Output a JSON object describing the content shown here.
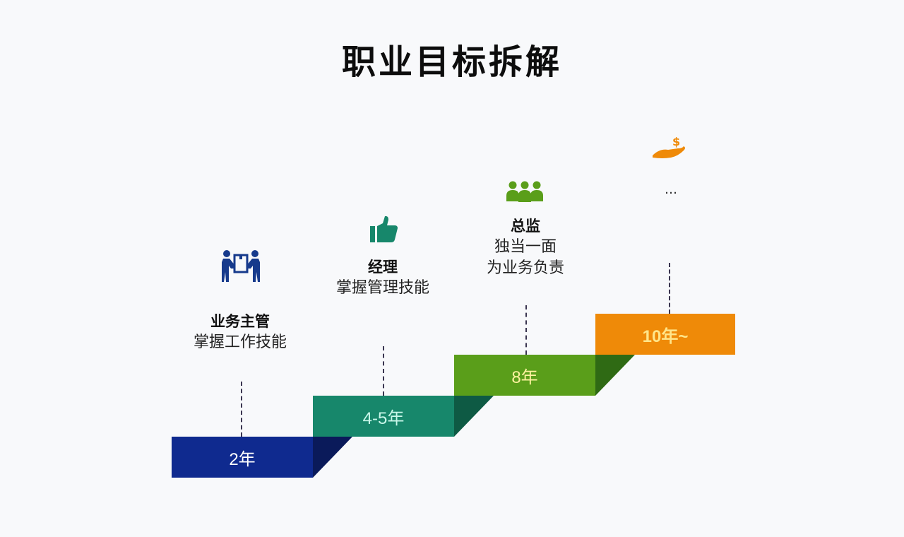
{
  "title": "职业目标拆解",
  "colors": {
    "step1": "#0f2a8f",
    "step1_shadow": "#0a1a5a",
    "step2": "#17876b",
    "step2_shadow": "#0e5a44",
    "step3": "#5a9e1a",
    "step3_shadow": "#2f6a14",
    "step4": "#ef8a08",
    "step4_text": "#ffe58a",
    "step3_text": "#fff2a0",
    "step2_text": "#c9f7ea",
    "step1_text": "#ffffff"
  },
  "steps": [
    {
      "years": "2年",
      "role": "业务主管",
      "desc": [
        "掌握工作技能"
      ],
      "icon": "people-carrying-box-icon"
    },
    {
      "years": "4-5年",
      "role": "经理",
      "desc": [
        "掌握管理技能"
      ],
      "icon": "thumbs-up-icon"
    },
    {
      "years": "8年",
      "role": "总监",
      "desc": [
        "独当一面",
        "为业务负责"
      ],
      "icon": "team-group-icon"
    },
    {
      "years": "10年~",
      "role": "",
      "desc": [
        "…"
      ],
      "icon": "hand-with-coin-icon"
    }
  ]
}
